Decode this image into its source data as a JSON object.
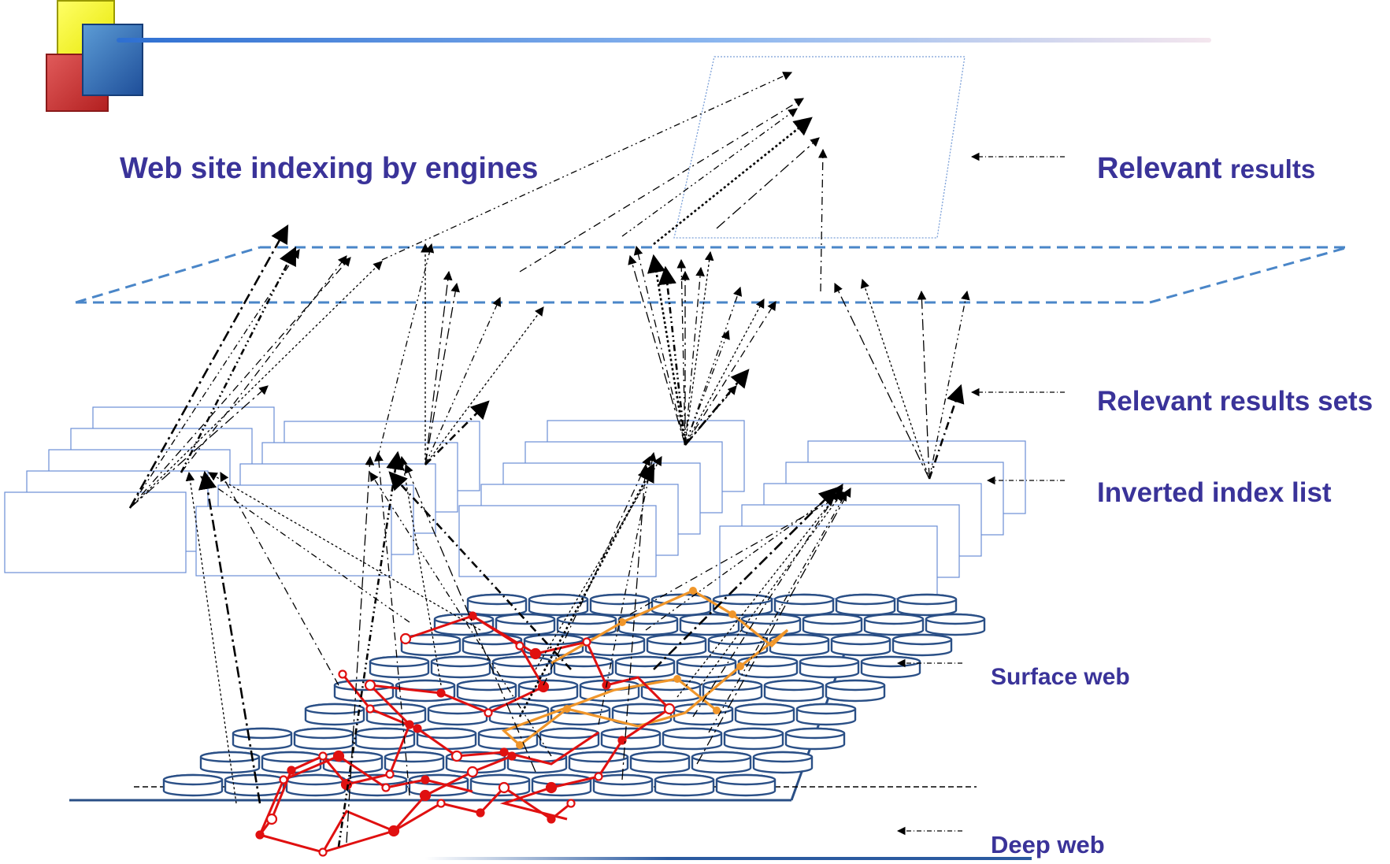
{
  "labels": {
    "title": "Web site indexing by engines",
    "relevant_results_main": "Relevant",
    "relevant_results_suffix": "results",
    "relevant_results_sets": "Relevant results sets",
    "inverted_index_list": "Inverted index list",
    "surface_web": "Surface web",
    "deep_web": "Deep web"
  },
  "colors": {
    "label_text": "#3a3399",
    "plane_dash": "#4a86c8",
    "panel_border": "#6a8ed6",
    "db_stroke": "#2a4f86",
    "red_crawl": "#e01010",
    "orange_crawl": "#f0962a",
    "arrow": "#000000"
  }
}
